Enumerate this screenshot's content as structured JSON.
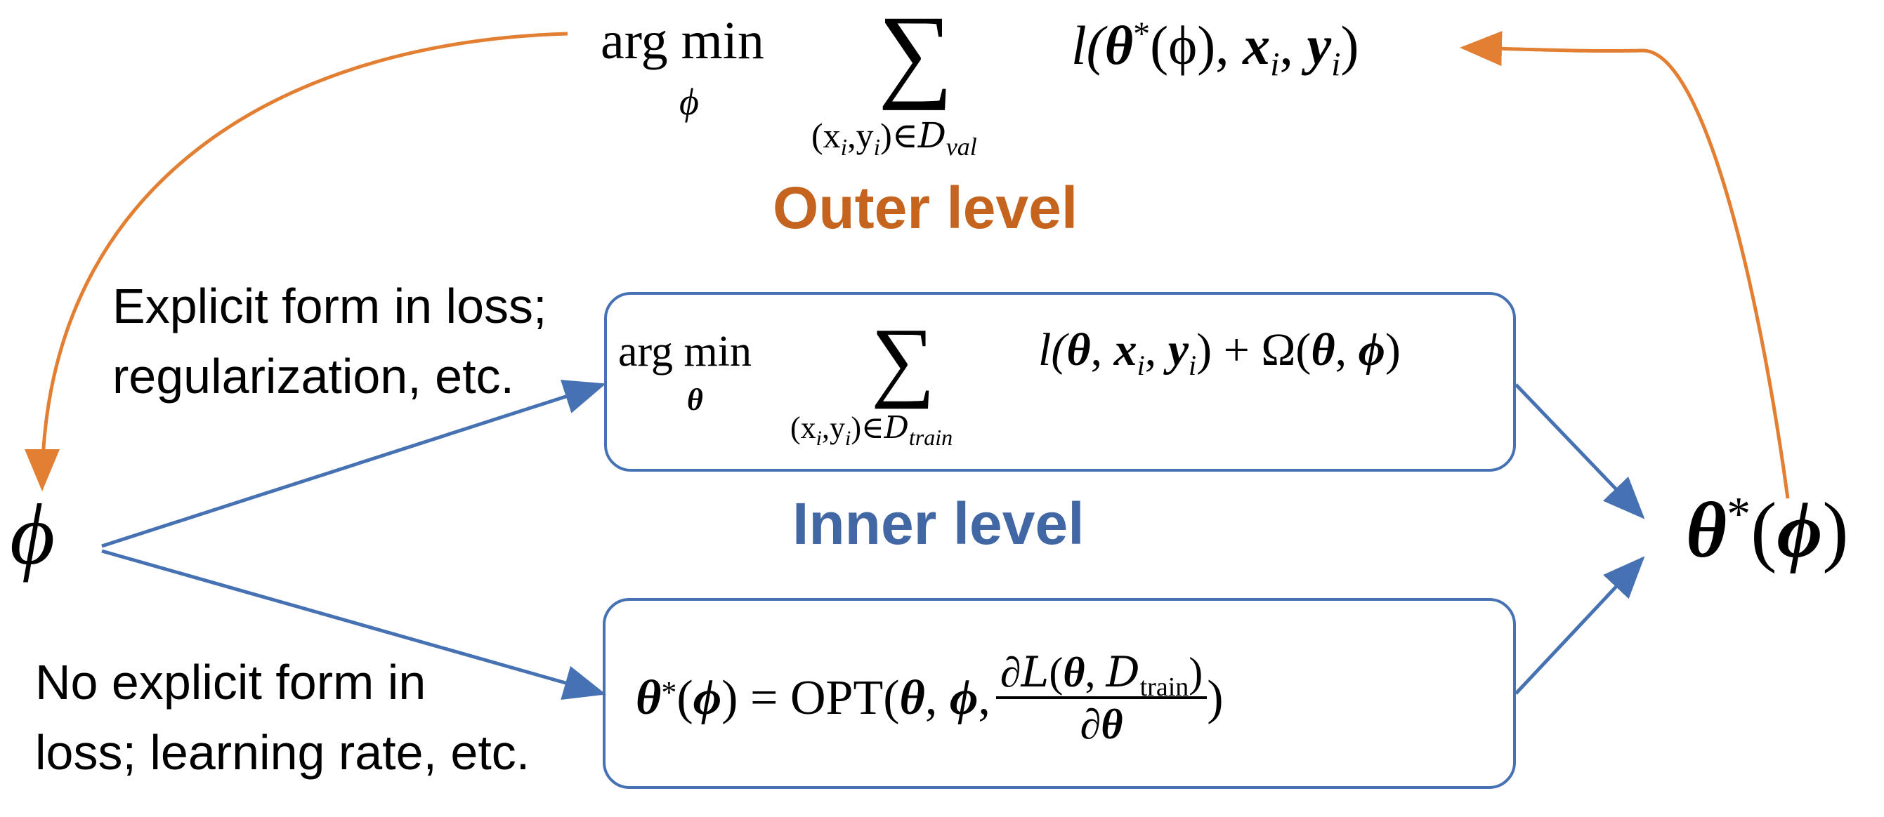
{
  "colors": {
    "blue": "#4672b4",
    "orange": "#e37f33",
    "outer_label": "#c5641f",
    "inner_label": "#4167a5"
  },
  "outer": {
    "label": "Outer level",
    "operator": "arg min",
    "operator_sub": "ϕ",
    "sum": "∑",
    "sum_sub_main": "(x",
    "sum_sub_i1": "i",
    "sum_sub_comma": ",y",
    "sum_sub_i2": "i",
    "sum_sub_in": ")∈",
    "sum_sub_D": "D",
    "sum_sub_set": "val",
    "loss_open": "l(",
    "loss_theta": "θ",
    "loss_star": "*",
    "loss_phi": "(ϕ), ",
    "loss_x": "x",
    "loss_xi": "i",
    "loss_sep": ", ",
    "loss_y": "y",
    "loss_yi": "i",
    "loss_close": ")"
  },
  "inner": {
    "label": "Inner level",
    "explicit_desc_line1": "Explicit form in loss;",
    "explicit_desc_line2": "regularization, etc.",
    "implicit_desc_line1": "No explicit form in",
    "implicit_desc_line2": "loss; learning rate, etc.",
    "box1": {
      "operator": "arg min",
      "operator_sub": "θ",
      "sum": "∑",
      "sum_sub_main": "(x",
      "sum_sub_i1": "i",
      "sum_sub_comma": ",y",
      "sum_sub_i2": "i",
      "sum_sub_in": ")∈",
      "sum_sub_D": "D",
      "sum_sub_set": "train",
      "loss_open": "l(",
      "loss_theta": "θ",
      "loss_sep1": ", ",
      "loss_x": "x",
      "loss_xi": "i",
      "loss_sep2": ", ",
      "loss_y": "y",
      "loss_yi": "i",
      "loss_plus": ") + Ω(",
      "reg_theta": "θ",
      "reg_sep": ", ",
      "reg_phi": "ϕ",
      "reg_close": ")"
    },
    "box2": {
      "lhs_theta": "θ",
      "lhs_star": "*",
      "lhs_open": "(",
      "lhs_phi": "ϕ",
      "lhs_close": ")",
      "equals": " = OPT(",
      "arg_theta": "θ",
      "arg_sep1": ", ",
      "arg_phi": "ϕ",
      "arg_sep2": ",",
      "num_partial": "∂",
      "num_L": "L",
      "num_open": "(",
      "num_theta": "θ",
      "num_sep": ", ",
      "num_D": "D",
      "num_set": "train",
      "num_close": ")",
      "den_partial": "∂",
      "den_theta": "θ",
      "close": ")"
    }
  },
  "nodes": {
    "phi": "ϕ",
    "result_theta": "θ",
    "result_star": "*",
    "result_open": "(",
    "result_phi": "ϕ",
    "result_close": ")"
  }
}
